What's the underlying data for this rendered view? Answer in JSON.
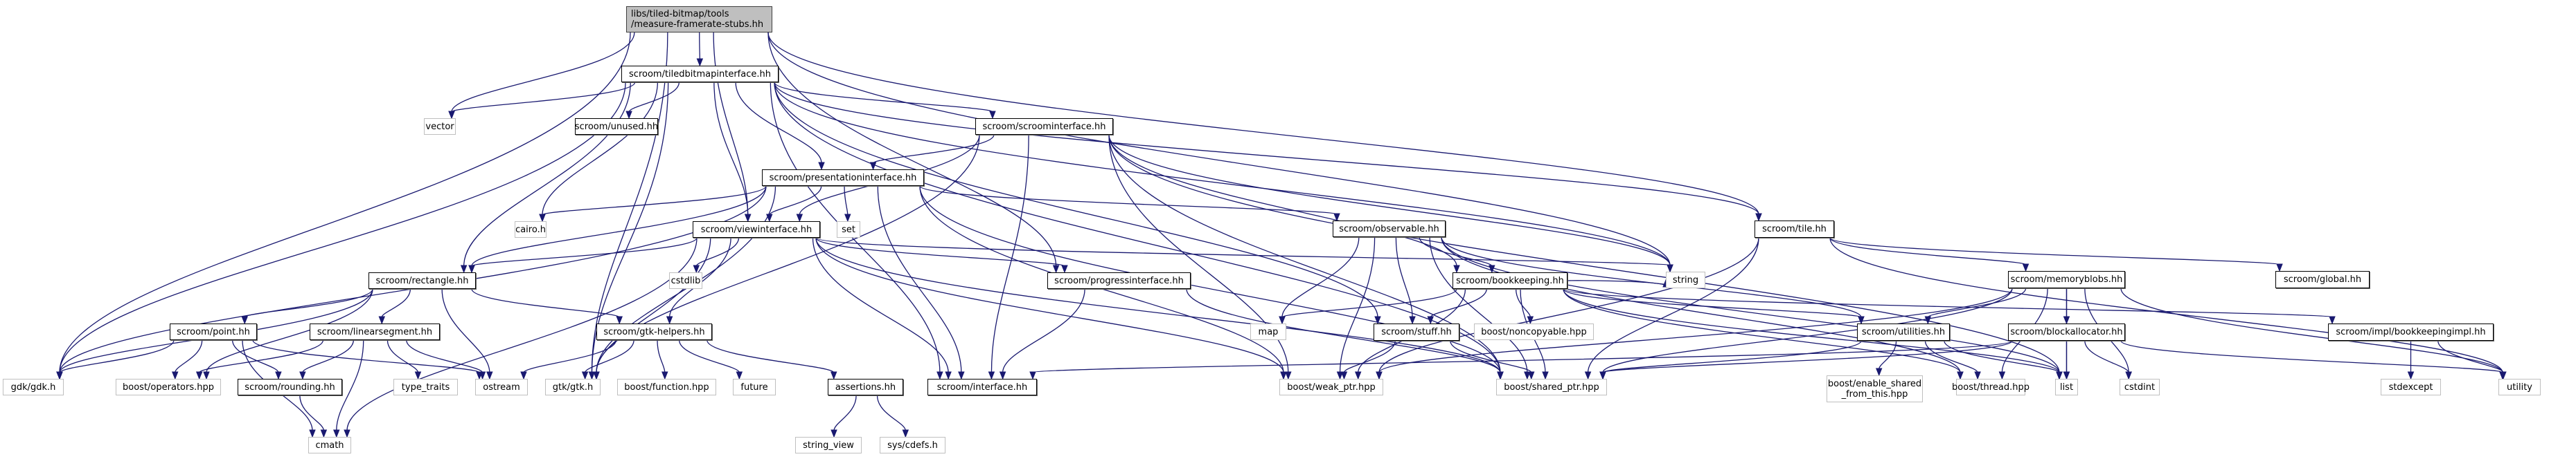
{
  "diagram": {
    "title": "libs/tiled-bitmap/tools/measure-framerate-stubs.hh include dependency graph",
    "colors": {
      "edge": "#191970",
      "root_fill": "#bfbfbf",
      "internal_border": "#000000",
      "external_border": "#bfbfbf"
    },
    "nodes": [
      {
        "id": "root",
        "label": "libs/tiled-bitmap/tools\n/measure-framerate-stubs.hh",
        "kind": "root"
      },
      {
        "id": "tiledbitmapinterface",
        "label": "scroom/tiledbitmapinterface.hh",
        "kind": "internal"
      },
      {
        "id": "vector",
        "label": "vector",
        "kind": "external"
      },
      {
        "id": "unused",
        "label": "scroom/unused.hh",
        "kind": "internal"
      },
      {
        "id": "scroominterface",
        "label": "scroom/scroominterface.hh",
        "kind": "internal"
      },
      {
        "id": "presentationinterface",
        "label": "scroom/presentationinterface.hh",
        "kind": "internal"
      },
      {
        "id": "cairo",
        "label": "cairo.h",
        "kind": "external"
      },
      {
        "id": "viewinterface",
        "label": "scroom/viewinterface.hh",
        "kind": "internal"
      },
      {
        "id": "set",
        "label": "set",
        "kind": "external"
      },
      {
        "id": "observable",
        "label": "scroom/observable.hh",
        "kind": "internal"
      },
      {
        "id": "tile",
        "label": "scroom/tile.hh",
        "kind": "internal"
      },
      {
        "id": "string",
        "label": "string",
        "kind": "external"
      },
      {
        "id": "global",
        "label": "scroom/global.hh",
        "kind": "internal"
      },
      {
        "id": "rectangle",
        "label": "scroom/rectangle.hh",
        "kind": "internal"
      },
      {
        "id": "cstdlib",
        "label": "cstdlib",
        "kind": "external"
      },
      {
        "id": "progressinterface",
        "label": "scroom/progressinterface.hh",
        "kind": "internal"
      },
      {
        "id": "bookkeeping",
        "label": "scroom/bookkeeping.hh",
        "kind": "internal"
      },
      {
        "id": "memoryblobs",
        "label": "scroom/memoryblobs.hh",
        "kind": "internal"
      },
      {
        "id": "point",
        "label": "scroom/point.hh",
        "kind": "internal"
      },
      {
        "id": "linearsegment",
        "label": "scroom/linearsegment.hh",
        "kind": "internal"
      },
      {
        "id": "gtkhelpers",
        "label": "scroom/gtk-helpers.hh",
        "kind": "internal"
      },
      {
        "id": "map",
        "label": "map",
        "kind": "external"
      },
      {
        "id": "stuff",
        "label": "scroom/stuff.hh",
        "kind": "internal"
      },
      {
        "id": "noncopyable",
        "label": "boost/noncopyable.hpp",
        "kind": "external"
      },
      {
        "id": "utilities",
        "label": "scroom/utilities.hh",
        "kind": "internal"
      },
      {
        "id": "blockallocator",
        "label": "scroom/blockallocator.hh",
        "kind": "internal"
      },
      {
        "id": "bookkeepingimpl",
        "label": "scroom/impl/bookkeepingimpl.hh",
        "kind": "internal"
      },
      {
        "id": "gdk",
        "label": "gdk/gdk.h",
        "kind": "external"
      },
      {
        "id": "operators",
        "label": "boost/operators.hpp",
        "kind": "external"
      },
      {
        "id": "rounding",
        "label": "scroom/rounding.hh",
        "kind": "internal"
      },
      {
        "id": "type_traits",
        "label": "type_traits",
        "kind": "external"
      },
      {
        "id": "ostream",
        "label": "ostream",
        "kind": "external"
      },
      {
        "id": "gtk",
        "label": "gtk/gtk.h",
        "kind": "external"
      },
      {
        "id": "function",
        "label": "boost/function.hpp",
        "kind": "external"
      },
      {
        "id": "future",
        "label": "future",
        "kind": "external"
      },
      {
        "id": "assertions",
        "label": "assertions.hh",
        "kind": "internal"
      },
      {
        "id": "interface",
        "label": "scroom/interface.hh",
        "kind": "internal"
      },
      {
        "id": "weak_ptr",
        "label": "boost/weak_ptr.hpp",
        "kind": "external"
      },
      {
        "id": "shared_ptr",
        "label": "boost/shared_ptr.hpp",
        "kind": "external"
      },
      {
        "id": "enable_shared",
        "label": "boost/enable_shared\n_from_this.hpp",
        "kind": "external"
      },
      {
        "id": "thread",
        "label": "boost/thread.hpp",
        "kind": "external"
      },
      {
        "id": "list",
        "label": "list",
        "kind": "external"
      },
      {
        "id": "cstdint",
        "label": "cstdint",
        "kind": "external"
      },
      {
        "id": "stdexcept",
        "label": "stdexcept",
        "kind": "external"
      },
      {
        "id": "utility",
        "label": "utility",
        "kind": "external"
      },
      {
        "id": "cmath",
        "label": "cmath",
        "kind": "external"
      },
      {
        "id": "string_view",
        "label": "string_view",
        "kind": "external"
      },
      {
        "id": "cdefs",
        "label": "sys/cdefs.h",
        "kind": "external"
      }
    ],
    "edges": [
      [
        "root",
        "tiledbitmapinterface"
      ],
      [
        "root",
        "vector"
      ],
      [
        "root",
        "viewinterface"
      ],
      [
        "root",
        "gtk"
      ],
      [
        "root",
        "progressinterface"
      ],
      [
        "root",
        "string"
      ],
      [
        "root",
        "tile"
      ],
      [
        "root",
        "gdk"
      ],
      [
        "tiledbitmapinterface",
        "vector"
      ],
      [
        "tiledbitmapinterface",
        "unused"
      ],
      [
        "tiledbitmapinterface",
        "scroominterface"
      ],
      [
        "tiledbitmapinterface",
        "presentationinterface"
      ],
      [
        "tiledbitmapinterface",
        "cairo"
      ],
      [
        "tiledbitmapinterface",
        "viewinterface"
      ],
      [
        "tiledbitmapinterface",
        "rectangle"
      ],
      [
        "tiledbitmapinterface",
        "gdk"
      ],
      [
        "tiledbitmapinterface",
        "gtk"
      ],
      [
        "tiledbitmapinterface",
        "tile"
      ],
      [
        "tiledbitmapinterface",
        "stuff"
      ],
      [
        "tiledbitmapinterface",
        "interface"
      ],
      [
        "tiledbitmapinterface",
        "shared_ptr"
      ],
      [
        "tiledbitmapinterface",
        "string"
      ],
      [
        "scroominterface",
        "presentationinterface"
      ],
      [
        "scroominterface",
        "viewinterface"
      ],
      [
        "scroominterface",
        "bookkeeping"
      ],
      [
        "scroominterface",
        "interface"
      ],
      [
        "scroominterface",
        "shared_ptr"
      ],
      [
        "scroominterface",
        "weak_ptr"
      ],
      [
        "scroominterface",
        "gtk"
      ],
      [
        "scroominterface",
        "list"
      ],
      [
        "scroominterface",
        "string"
      ],
      [
        "presentationinterface",
        "cairo"
      ],
      [
        "presentationinterface",
        "viewinterface"
      ],
      [
        "presentationinterface",
        "set"
      ],
      [
        "presentationinterface",
        "observable"
      ],
      [
        "presentationinterface",
        "rectangle"
      ],
      [
        "presentationinterface",
        "gdk"
      ],
      [
        "presentationinterface",
        "interface"
      ],
      [
        "presentationinterface",
        "shared_ptr"
      ],
      [
        "presentationinterface",
        "weak_ptr"
      ],
      [
        "presentationinterface",
        "gtk"
      ],
      [
        "viewinterface",
        "cstdlib"
      ],
      [
        "viewinterface",
        "gtkhelpers"
      ],
      [
        "viewinterface",
        "rectangle"
      ],
      [
        "viewinterface",
        "progressinterface"
      ],
      [
        "viewinterface",
        "gtk"
      ],
      [
        "viewinterface",
        "interface"
      ],
      [
        "viewinterface",
        "shared_ptr"
      ],
      [
        "viewinterface",
        "weak_ptr"
      ],
      [
        "viewinterface",
        "cmath"
      ],
      [
        "viewinterface",
        "string"
      ],
      [
        "observable",
        "bookkeeping"
      ],
      [
        "observable",
        "map"
      ],
      [
        "observable",
        "utilities"
      ],
      [
        "observable",
        "list"
      ],
      [
        "observable",
        "shared_ptr"
      ],
      [
        "observable",
        "weak_ptr"
      ],
      [
        "observable",
        "thread"
      ],
      [
        "observable",
        "stuff"
      ],
      [
        "tile",
        "memoryblobs"
      ],
      [
        "tile",
        "global"
      ],
      [
        "tile",
        "shared_ptr"
      ],
      [
        "tile",
        "weak_ptr"
      ],
      [
        "tile",
        "utility"
      ],
      [
        "rectangle",
        "point"
      ],
      [
        "rectangle",
        "linearsegment"
      ],
      [
        "rectangle",
        "gtkhelpers"
      ],
      [
        "rectangle",
        "operators"
      ],
      [
        "rectangle",
        "ostream"
      ],
      [
        "rectangle",
        "gdk"
      ],
      [
        "progressinterface",
        "interface"
      ],
      [
        "progressinterface",
        "shared_ptr"
      ],
      [
        "bookkeeping",
        "map"
      ],
      [
        "bookkeeping",
        "stuff"
      ],
      [
        "bookkeeping",
        "noncopyable"
      ],
      [
        "bookkeeping",
        "utilities"
      ],
      [
        "bookkeeping",
        "shared_ptr"
      ],
      [
        "bookkeeping",
        "weak_ptr"
      ],
      [
        "bookkeeping",
        "bookkeepingimpl"
      ],
      [
        "bookkeeping",
        "list"
      ],
      [
        "bookkeeping",
        "string"
      ],
      [
        "bookkeeping",
        "thread"
      ],
      [
        "memoryblobs",
        "utilities"
      ],
      [
        "memoryblobs",
        "blockallocator"
      ],
      [
        "memoryblobs",
        "list"
      ],
      [
        "memoryblobs",
        "cstdint"
      ],
      [
        "memoryblobs",
        "thread"
      ],
      [
        "memoryblobs",
        "shared_ptr"
      ],
      [
        "memoryblobs",
        "weak_ptr"
      ],
      [
        "memoryblobs",
        "utility"
      ],
      [
        "point",
        "gdk"
      ],
      [
        "point",
        "operators"
      ],
      [
        "point",
        "rounding"
      ],
      [
        "point",
        "ostream"
      ],
      [
        "point",
        "cmath"
      ],
      [
        "linearsegment",
        "operators"
      ],
      [
        "linearsegment",
        "rounding"
      ],
      [
        "linearsegment",
        "cmath"
      ],
      [
        "linearsegment",
        "type_traits"
      ],
      [
        "linearsegment",
        "ostream"
      ],
      [
        "gtkhelpers",
        "ostream"
      ],
      [
        "gtkhelpers",
        "gtk"
      ],
      [
        "gtkhelpers",
        "function"
      ],
      [
        "gtkhelpers",
        "future"
      ],
      [
        "gtkhelpers",
        "assertions"
      ],
      [
        "stuff",
        "shared_ptr"
      ],
      [
        "stuff",
        "weak_ptr"
      ],
      [
        "utilities",
        "enable_shared"
      ],
      [
        "utilities",
        "thread"
      ],
      [
        "utilities",
        "list"
      ],
      [
        "utilities",
        "shared_ptr"
      ],
      [
        "blockallocator",
        "list"
      ],
      [
        "blockallocator",
        "cstdint"
      ],
      [
        "blockallocator",
        "utility"
      ],
      [
        "blockallocator",
        "shared_ptr"
      ],
      [
        "blockallocator",
        "interface"
      ],
      [
        "bookkeepingimpl",
        "stdexcept"
      ],
      [
        "bookkeepingimpl",
        "utility"
      ],
      [
        "rounding",
        "cmath"
      ],
      [
        "assertions",
        "string_view"
      ],
      [
        "assertions",
        "cdefs"
      ]
    ]
  }
}
